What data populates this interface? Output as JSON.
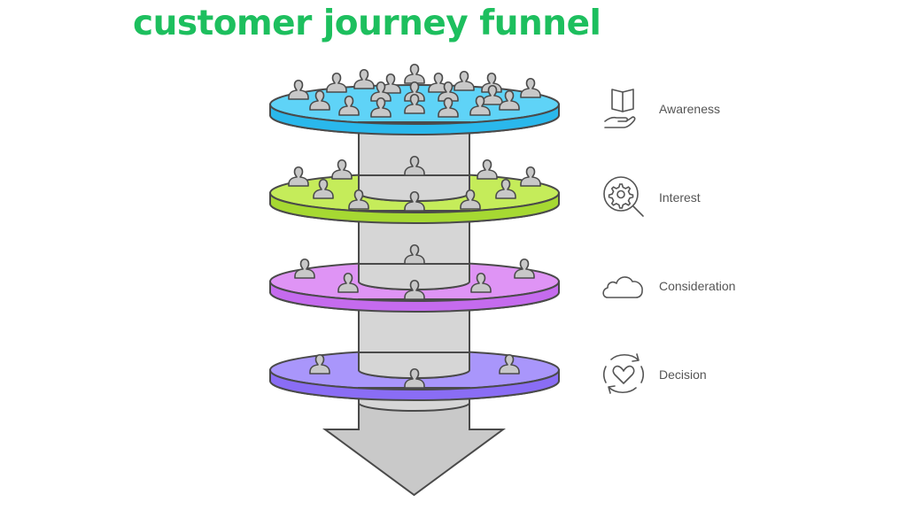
{
  "title": "customer journey funnel",
  "colors": {
    "title": "#1dbf5e",
    "cylinder": "#d6d6d6",
    "outline": "#4a4a4a",
    "person_fill": "#c8c8c8",
    "arrow": "#c9c9c9"
  },
  "stages": [
    {
      "label": "Awareness",
      "icon": "book-in-hand-icon",
      "disc_top": "#5fd3f7",
      "disc_side": "#2ab8ec",
      "people": 20
    },
    {
      "label": "Interest",
      "icon": "gear-magnifier-icon",
      "disc_top": "#c5ec5a",
      "disc_side": "#a6d932",
      "people": 10
    },
    {
      "label": "Consideration",
      "icon": "cloud-icon",
      "disc_top": "#df94f5",
      "disc_side": "#c56bee",
      "people": 6
    },
    {
      "label": "Decision",
      "icon": "heart-cycle-icon",
      "disc_top": "#a996fb",
      "disc_side": "#8a6df5",
      "people": 3
    }
  ],
  "arrow": {
    "direction": "down"
  }
}
